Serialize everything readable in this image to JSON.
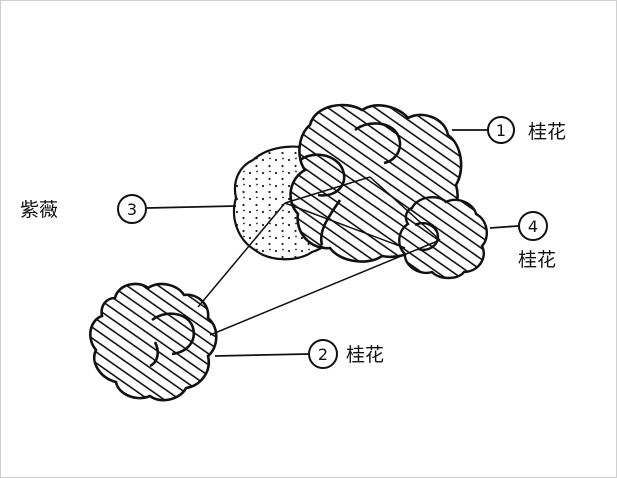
{
  "labels": {
    "plant1": {
      "number": "1",
      "name": "桂花"
    },
    "plant2": {
      "number": "2",
      "name": "桂花"
    },
    "plant3": {
      "number": "3",
      "name": "紫薇"
    },
    "plant4": {
      "number": "4",
      "name": "桂花"
    }
  },
  "colors": {
    "ink": "#111111",
    "background": "#ffffff"
  }
}
